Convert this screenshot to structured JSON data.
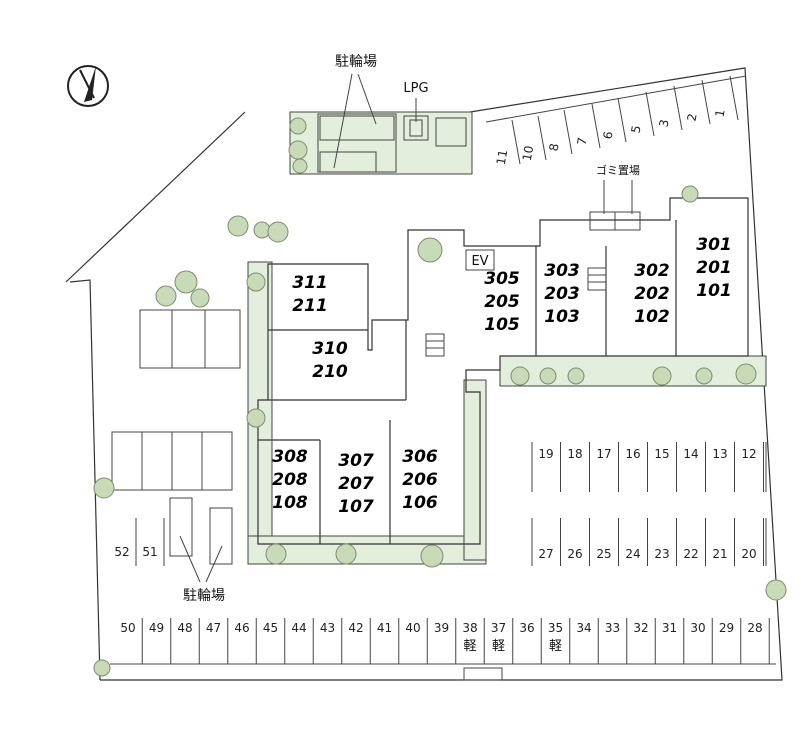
{
  "labels": {
    "bicycle_parking": "駐輪場",
    "lpg": "LPG",
    "garbage": "ゴミ置場",
    "ev": "EV",
    "kei": "軽"
  },
  "icons": {
    "north_arrow": "north-arrow-icon",
    "stairs": "stairs-icon"
  },
  "colors": {
    "greenery": "#e4eedd",
    "tree": "#c8dab8",
    "line": "#333333"
  },
  "units": [
    {
      "id": "301",
      "lines": [
        "301",
        "201",
        "101"
      ]
    },
    {
      "id": "302",
      "lines": [
        "302",
        "202",
        "102"
      ]
    },
    {
      "id": "303",
      "lines": [
        "303",
        "203",
        "103"
      ]
    },
    {
      "id": "305",
      "lines": [
        "305",
        "205",
        "105"
      ]
    },
    {
      "id": "306",
      "lines": [
        "306",
        "206",
        "106"
      ]
    },
    {
      "id": "307",
      "lines": [
        "307",
        "207",
        "107"
      ]
    },
    {
      "id": "308",
      "lines": [
        "308",
        "208",
        "108"
      ]
    },
    {
      "id": "310",
      "lines": [
        "310",
        "210"
      ]
    },
    {
      "id": "311",
      "lines": [
        "311",
        "211"
      ]
    }
  ],
  "parking": {
    "top_row": [
      "11",
      "10",
      "8",
      "7",
      "6",
      "5",
      "3",
      "2",
      "1"
    ],
    "middle_upper": [
      "19",
      "18",
      "17",
      "16",
      "15",
      "14",
      "13",
      "12"
    ],
    "middle_lower": [
      "27",
      "26",
      "25",
      "24",
      "23",
      "22",
      "21",
      "20"
    ],
    "left_small": [
      "52",
      "51"
    ],
    "bottom_row": [
      "50",
      "49",
      "48",
      "47",
      "46",
      "45",
      "44",
      "43",
      "42",
      "41",
      "40",
      "39",
      "38",
      "37",
      "36",
      "35",
      "34",
      "33",
      "32",
      "31",
      "30",
      "29",
      "28"
    ],
    "kei_spaces": [
      "38",
      "37",
      "35"
    ]
  }
}
